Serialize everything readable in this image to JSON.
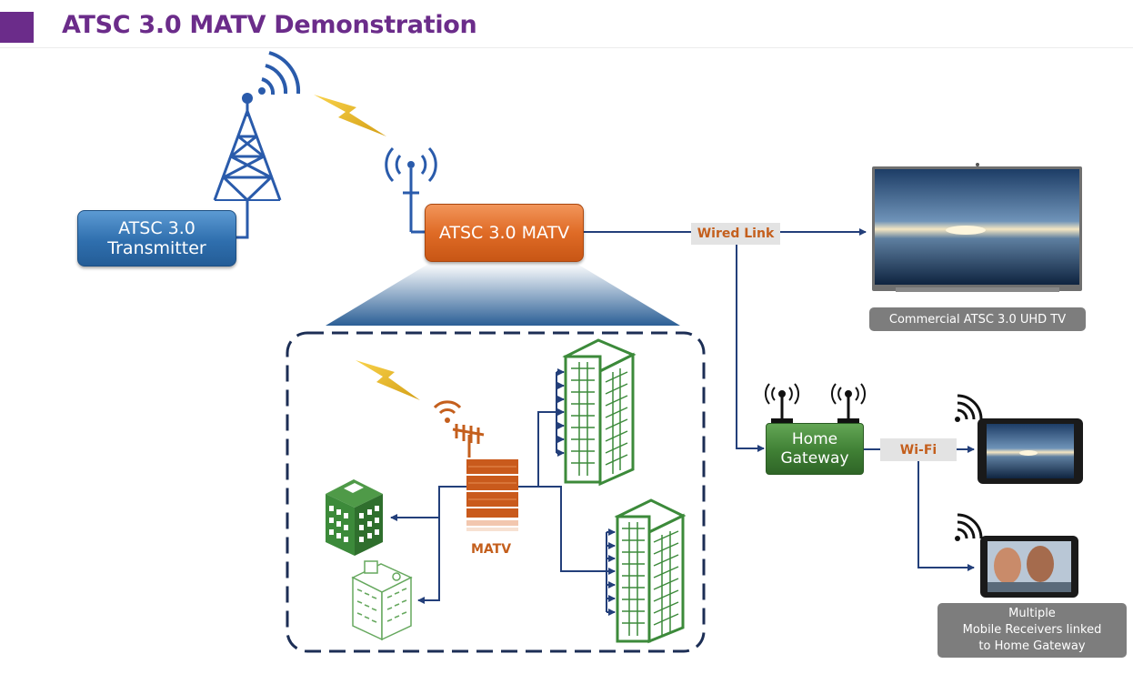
{
  "title": "ATSC 3.0 MATV Demonstration",
  "colors": {
    "title": "#6b2c8a",
    "link": "#233f7a",
    "tower": "#2a5bab",
    "matv": "#df6b26",
    "building": "#3c8a3a",
    "caption_bg": "#7d7d7d"
  },
  "nodes": {
    "transmitter": {
      "line1": "ATSC 3.0",
      "line2": "Transmitter"
    },
    "matv": {
      "label": "ATSC 3.0 MATV"
    },
    "gateway": {
      "line1": "Home",
      "line2": "Gateway"
    },
    "matv_server_label": "MATV"
  },
  "links": {
    "wired": "Wired Link",
    "wifi": "Wi-Fi"
  },
  "captions": {
    "tv": "Commercial ATSC 3.0 UHD TV",
    "mobile": {
      "line1": "Multiple",
      "line2": "Mobile Receivers linked",
      "line3": "to Home Gateway"
    }
  },
  "icons": {
    "tower": "broadcast-tower-icon",
    "lightning": "lightning-bolt-icon",
    "antenna": "receiver-antenna-icon",
    "server": "matv-server-icon",
    "building": "apartment-building-icon",
    "tv": "tv-icon",
    "tablet": "tablet-icon",
    "wifi": "wifi-signal-icon"
  }
}
